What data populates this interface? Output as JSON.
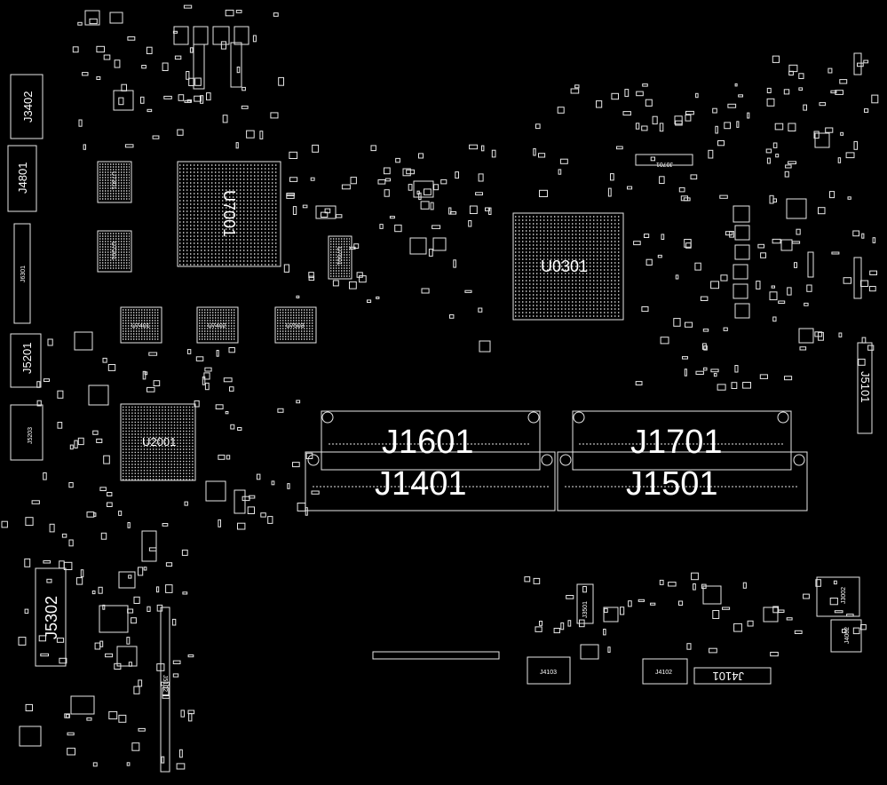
{
  "colors": {
    "background": "#000000",
    "outline": "#e6e6e6",
    "text": "#ffffff"
  },
  "slots": {
    "j1601": "J1601",
    "j1701": "J1701",
    "j1401": "J1401",
    "j1501": "J1501"
  },
  "chips": {
    "u7001": "U7001",
    "u0301": "U0301",
    "u2001": "U2001",
    "u7301": "U7301",
    "u7201": "U7201",
    "u7601": "U7601",
    "u7401": "U7401",
    "u7402": "U7402",
    "u7503": "U7503"
  },
  "connectors": {
    "j3402": "J3402",
    "j4801": "J4801",
    "j6301": "J6301",
    "j5201": "J5201",
    "j5203": "J5203",
    "j5302": "J5302",
    "j5102": "J5102",
    "j5101": "J5101",
    "j0701": "J0701",
    "j3501": "J3501",
    "j4103": "J4103",
    "j4102": "J4102",
    "j4101": "J4101",
    "j3002": "J3002",
    "j4002": "J4002"
  }
}
